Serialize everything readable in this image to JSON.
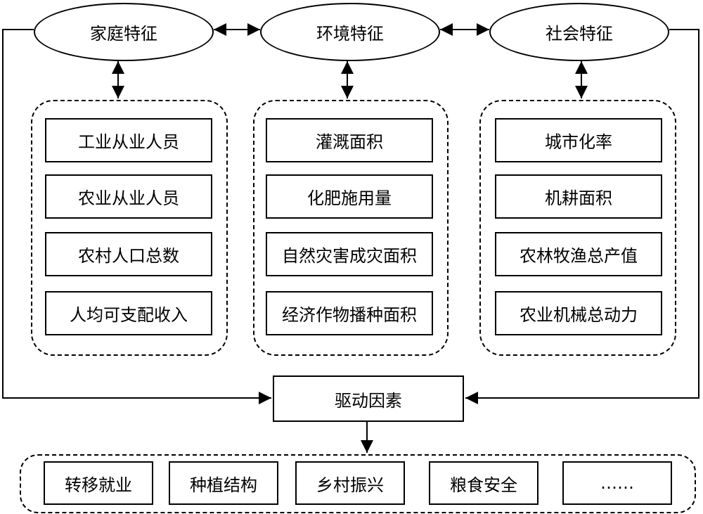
{
  "categories": [
    {
      "title": "家庭特征",
      "items": [
        "工业从业人员",
        "农业从业人员",
        "农村人口总数",
        "人均可支配收入"
      ]
    },
    {
      "title": "环境特征",
      "items": [
        "灌溉面积",
        "化肥施用量",
        "自然灾害成灾面积",
        "经济作物播种面积"
      ]
    },
    {
      "title": "社会特征",
      "items": [
        "城市化率",
        "机耕面积",
        "农林牧渔总产值",
        "农业机械总动力"
      ]
    }
  ],
  "center": {
    "label": "驱动因素"
  },
  "outcomes": [
    "转移就业",
    "种植结构",
    "乡村振兴",
    "粮食安全",
    "……"
  ]
}
